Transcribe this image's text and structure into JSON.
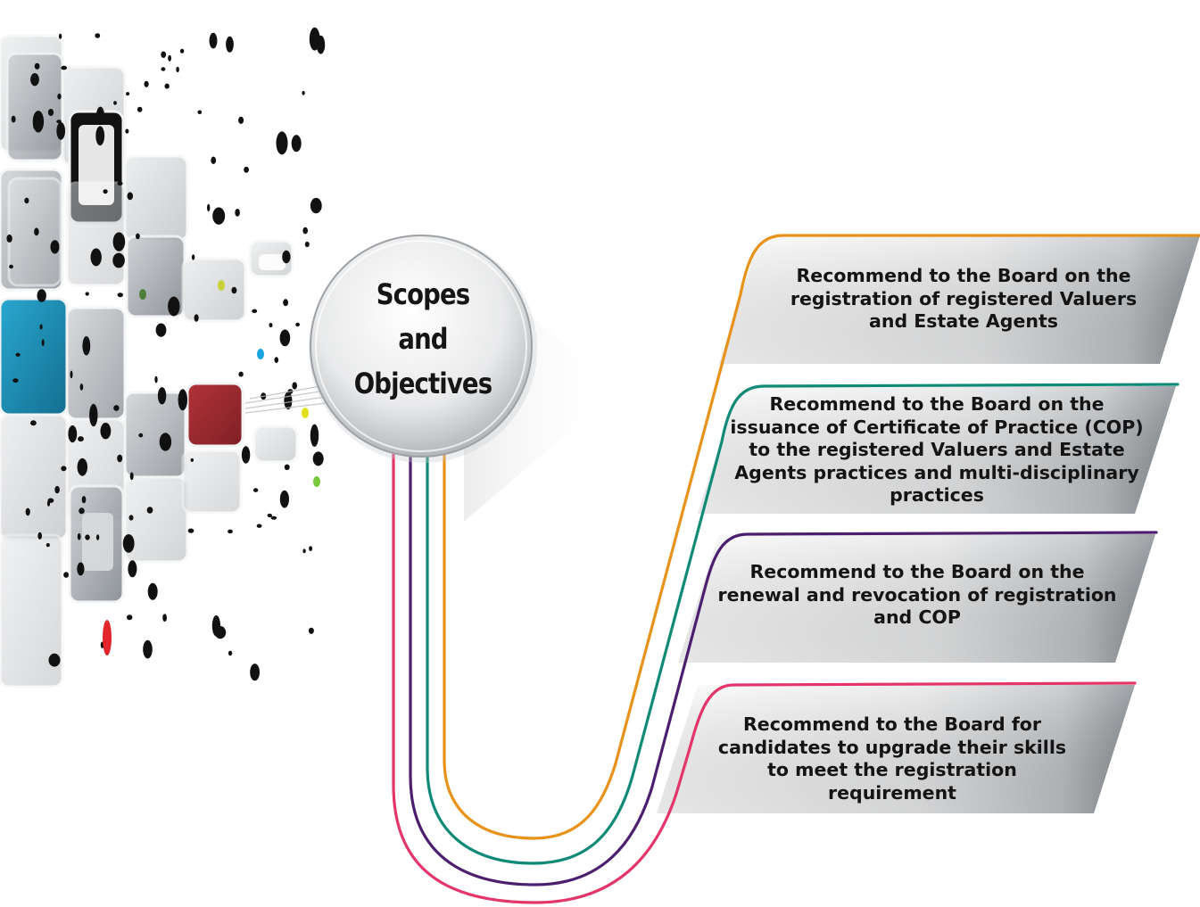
{
  "hub": {
    "lines": [
      "Scopes",
      "and",
      "Objectives"
    ]
  },
  "items": [
    {
      "lines": [
        "Recommend to the Board on the",
        "registration of registered Valuers",
        "and Estate Agents"
      ],
      "color": "#e8921a"
    },
    {
      "lines": [
        "Recommend to the Board on the",
        "issuance of Certificate of Practice (COP)",
        "to the registered Valuers and Estate",
        "Agents practices and multi-disciplinary",
        "practices"
      ],
      "color": "#0f8a76"
    },
    {
      "lines": [
        "Recommend to the Board on the",
        "renewal and revocation of registration",
        "and COP"
      ],
      "color": "#4b1f6e"
    },
    {
      "lines": [
        "Recommend to the Board for",
        "candidates to upgrade their skills",
        "to meet the registration",
        "requirement"
      ],
      "color": "#e3356a"
    }
  ],
  "theme": {
    "panel_light": "#f7f7f7",
    "panel_dark": "#8d9296",
    "tile_grey": "#8a8f95",
    "tile_blue": "#1f8fb5",
    "tile_red": "#9b2b30",
    "tile_black": "#111111"
  }
}
